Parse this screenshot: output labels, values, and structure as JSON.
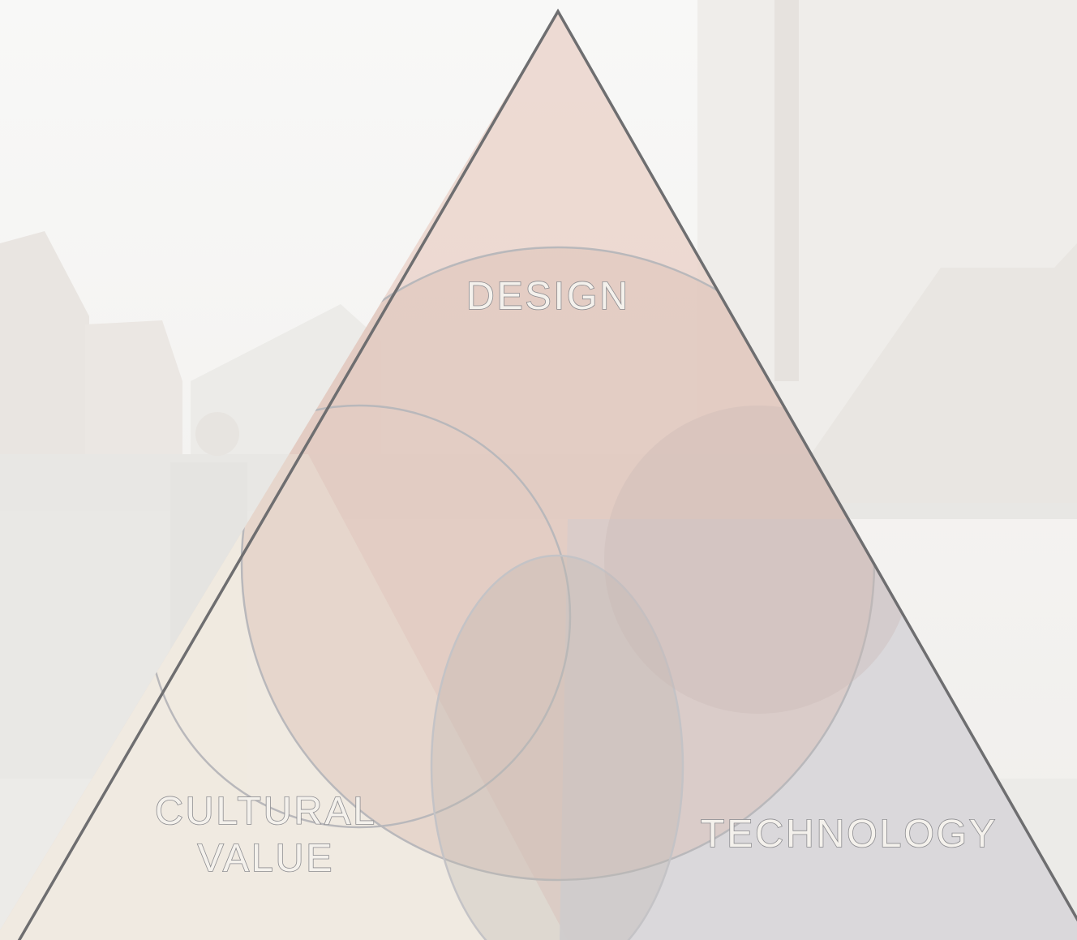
{
  "labels": {
    "design": "DESIGN",
    "cultural_line1": "CULTURAL",
    "cultural_line2": "VALUE",
    "technology": "TECHNOLOGY"
  },
  "colors": {
    "design": "#e9d1c8",
    "cultural": "#efebe1",
    "technology": "#d6d6da",
    "outline": "#6b6b6d"
  }
}
